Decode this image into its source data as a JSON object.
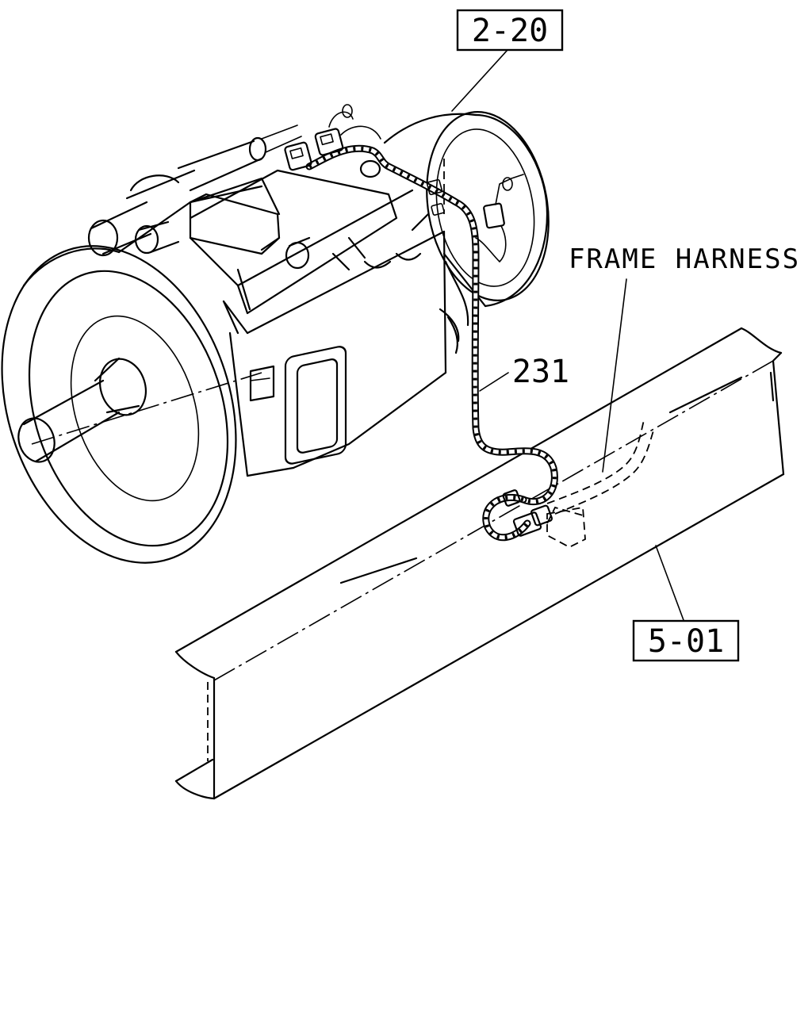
{
  "figure": {
    "references": {
      "upper_ref": "2-20",
      "lower_ref": "5-01"
    },
    "callouts": {
      "frame_harness": "FRAME HARNESS",
      "part_number": "231"
    }
  }
}
